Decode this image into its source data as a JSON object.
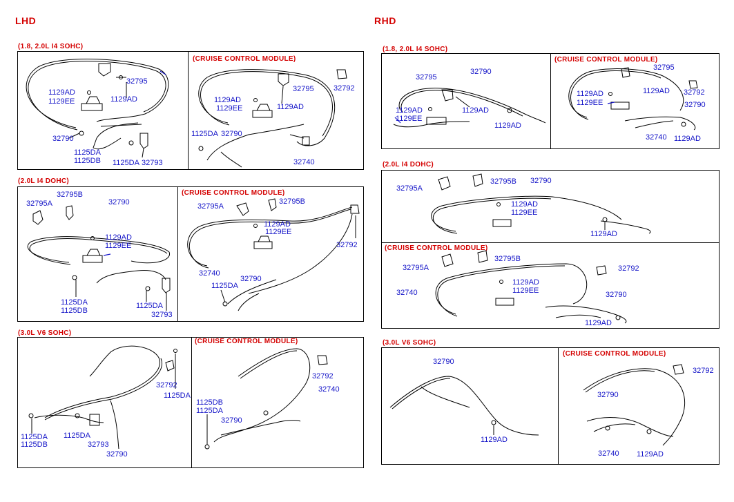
{
  "sides": {
    "left": "LHD",
    "right": "RHD"
  },
  "cruise_label": "(CRUISE CONTROL MODULE)",
  "lhd": {
    "s1": {
      "header": "(1.8, 2.0L I4 SOHC)",
      "std": {
        "a": "32795",
        "b": "1129AD",
        "c": "1129EE",
        "d": "1129AD",
        "e": "32790",
        "f": "1125DA",
        "g": "1125DB",
        "h": "1125DA",
        "i": "32793"
      },
      "cc": {
        "a": "1129AD",
        "b": "1129EE",
        "c": "32795",
        "d": "32792",
        "e": "1129AD",
        "f": "1125DA",
        "g": "32790",
        "h": "32740"
      }
    },
    "s2": {
      "header": "(2.0L I4 DOHC)",
      "std": {
        "a": "32795A",
        "b": "32795B",
        "c": "32790",
        "d": "1129AD",
        "e": "1129EE",
        "f": "1125DA",
        "g": "1125DB",
        "h": "1125DA",
        "i": "32793"
      },
      "cc": {
        "a": "32795A",
        "b": "32795B",
        "c": "1129AD",
        "d": "1129EE",
        "e": "32792",
        "f": "32740",
        "g": "1125DA",
        "h": "32790"
      }
    },
    "s3": {
      "header": "(3.0L V6 SOHC)",
      "std": {
        "a": "32792",
        "b": "1125DA",
        "c": "1125DA",
        "d": "1125DB",
        "e": "1125DA",
        "f": "32793",
        "g": "32790"
      },
      "cc": {
        "a": "32792",
        "b": "32740",
        "c": "1125DB",
        "d": "1125DA",
        "e": "32790"
      }
    }
  },
  "rhd": {
    "s1": {
      "header": "(1.8, 2.0L I4 SOHC)",
      "std": {
        "a": "32795",
        "b": "32790",
        "c": "1129AD",
        "d": "1129EE",
        "e": "1129AD",
        "f": "1129AD"
      },
      "cc": {
        "a": "32795",
        "b": "1129AD",
        "c": "32792",
        "d": "1129AD",
        "e": "1129EE",
        "f": "32790",
        "g": "32740",
        "h": "1129AD"
      }
    },
    "s2": {
      "header": "(2.0L I4 DOHC)",
      "std": {
        "a": "32795A",
        "b": "32795B",
        "c": "32790",
        "d": "1129AD",
        "e": "1129EE",
        "f": "1129AD"
      },
      "cc": {
        "a": "32795A",
        "b": "32795B",
        "c": "32792",
        "d": "1129AD",
        "e": "1129EE",
        "f": "32740",
        "g": "32790",
        "h": "1129AD"
      }
    },
    "s3": {
      "header": "(3.0L V6 SOHC)",
      "std": {
        "a": "32790",
        "b": "1129AD"
      },
      "cc": {
        "a": "32792",
        "b": "32790",
        "c": "32740",
        "d": "1129AD"
      }
    }
  },
  "colors": {
    "header": "#d40000",
    "label": "#1414c8",
    "line": "#000000"
  }
}
